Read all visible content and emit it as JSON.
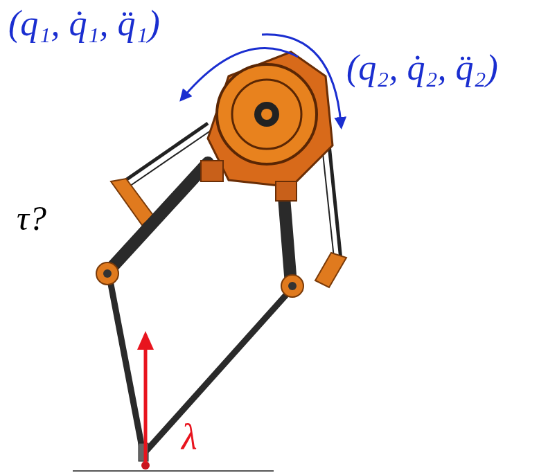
{
  "diagram": {
    "labels": [
      "(q₁, q̇₁, q̈₁)",
      "(q₂, q̇₂, q̈₂)",
      "τ?",
      "λ"
    ]
  }
}
